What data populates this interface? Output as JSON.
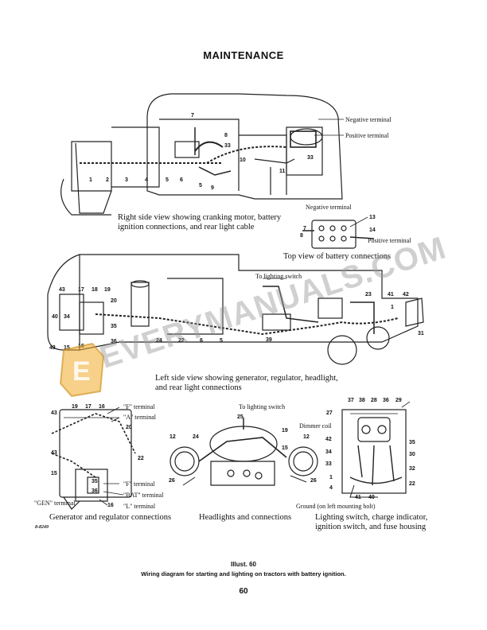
{
  "page": {
    "title": "MAINTENANCE",
    "page_number": "60",
    "illustration_number": "Illust. 60",
    "illustration_caption": "Wiring diagram for starting and lighting on tractors with battery ignition.",
    "figure_ref": "8-8249"
  },
  "views": {
    "right_side": {
      "caption": "Right side view showing cranking motor, battery ignition connections, and rear light cable",
      "labels": [
        "Negative terminal",
        "Positive terminal"
      ],
      "numbers": [
        "7",
        "8",
        "33",
        "10",
        "33",
        "11",
        "1",
        "2",
        "3",
        "4",
        "5",
        "6",
        "5",
        "9"
      ]
    },
    "battery_top": {
      "caption": "Top view of battery connections",
      "labels": [
        "Negative terminal",
        "Positive terminal"
      ],
      "numbers": [
        "7",
        "8",
        "13",
        "14"
      ]
    },
    "left_side": {
      "caption": "Left side view showing generator, regulator, headlight, and rear light connections",
      "labels": [
        "To lighting switch"
      ],
      "numbers": [
        "43",
        "17",
        "18",
        "19",
        "20",
        "40",
        "34",
        "35",
        "36",
        "43",
        "15",
        "16",
        "24",
        "22",
        "6",
        "5",
        "39",
        "23",
        "41",
        "42",
        "1",
        "31"
      ]
    },
    "generator": {
      "caption": "Generator and regulator connections",
      "labels": [
        "\"F\" terminal",
        "\"A\" terminal",
        "\"F\" terminal",
        "\"BAT\" terminal",
        "\"L\" terminal",
        "\"GEN\" terminal"
      ],
      "numbers": [
        "43",
        "19",
        "17",
        "16",
        "20",
        "22",
        "43",
        "15",
        "35",
        "36",
        "16"
      ]
    },
    "headlights": {
      "caption": "Headlights and connections",
      "labels": [
        "To lighting switch"
      ],
      "numbers": [
        "25",
        "12",
        "24",
        "19",
        "12",
        "15",
        "26",
        "26"
      ]
    },
    "lighting_switch": {
      "caption": "Lighting switch, charge indicator, ignition switch, and fuse housing",
      "labels": [
        "Dimmer coil",
        "Ground (on left mounting bolt)"
      ],
      "numbers": [
        "37",
        "38",
        "28",
        "36",
        "29",
        "27",
        "42",
        "34",
        "33",
        "1",
        "4",
        "35",
        "30",
        "32",
        "22",
        "41",
        "40"
      ]
    }
  },
  "watermark": {
    "text": "EVERYMANUALS.COM",
    "logo_letter": "E"
  }
}
